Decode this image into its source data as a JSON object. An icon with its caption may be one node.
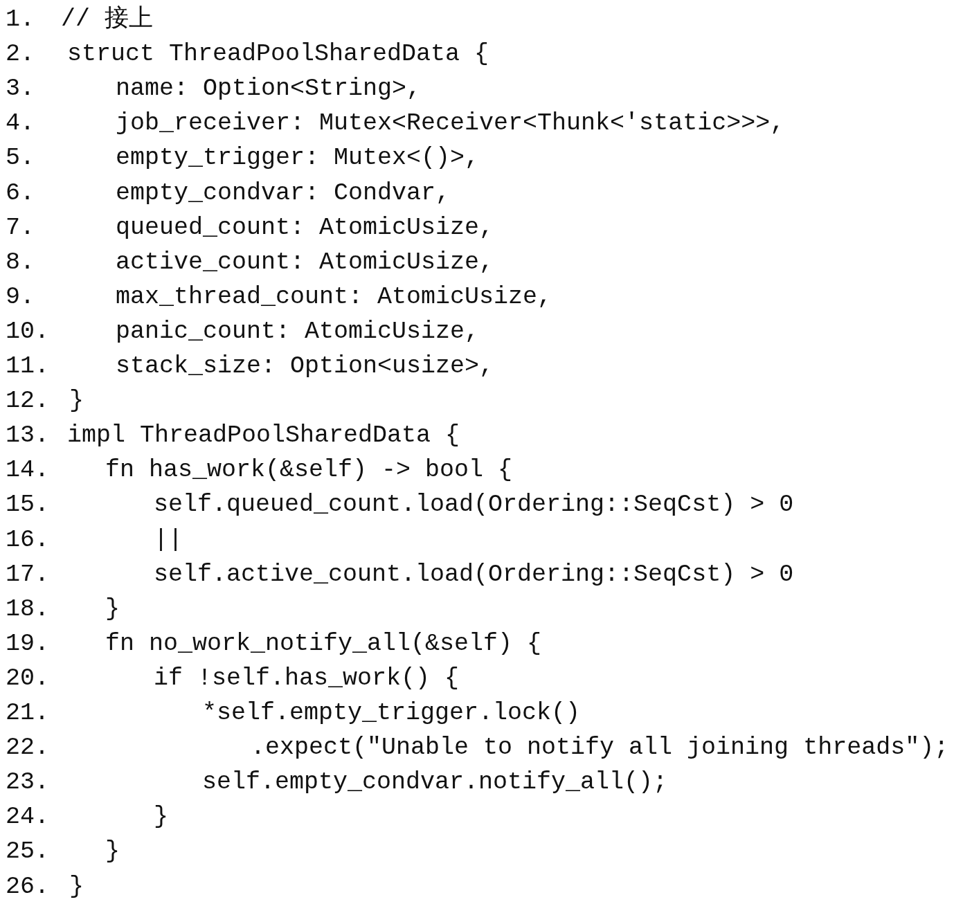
{
  "diagram": {
    "labels": [
      "1.",
      "// 接上",
      "2.",
      "struct ThreadPoolSharedData {",
      "3.",
      "name: Option<String>,",
      "4.",
      "job_receiver: Mutex<Receiver<Thunk<'static>>>,",
      "5.",
      "empty_trigger: Mutex<()>,",
      "6.",
      "empty_condvar: Condvar,",
      "7.",
      "queued_count: AtomicUsize,",
      "8.",
      "active_count: AtomicUsize,",
      "9.",
      "max_thread_count: AtomicUsize,",
      "10.",
      "panic_count: AtomicUsize,",
      "11.",
      "stack_size: Option<usize>,",
      "12.",
      "}",
      "13.",
      "impl ThreadPoolSharedData {",
      "14.",
      "fn has_work(&self) -> bool {",
      "15.",
      "self.queued_count.load(Ordering::SeqCst) > 0",
      "16.",
      "||",
      "17.",
      "self.active_count.load(Ordering::SeqCst) > 0",
      "18.",
      "}",
      "19.",
      "fn no_work_notify_all(&self) {",
      "20.",
      "if !self.has_work() {",
      "21.",
      "*self.empty_trigger.lock()",
      "22.",
      ".expect(\"Unable to notify all joining threads\");",
      "23.",
      "self.empty_condvar.notify_all();",
      "24.",
      "}",
      "25.",
      "}",
      "26.",
      "}"
    ]
  }
}
